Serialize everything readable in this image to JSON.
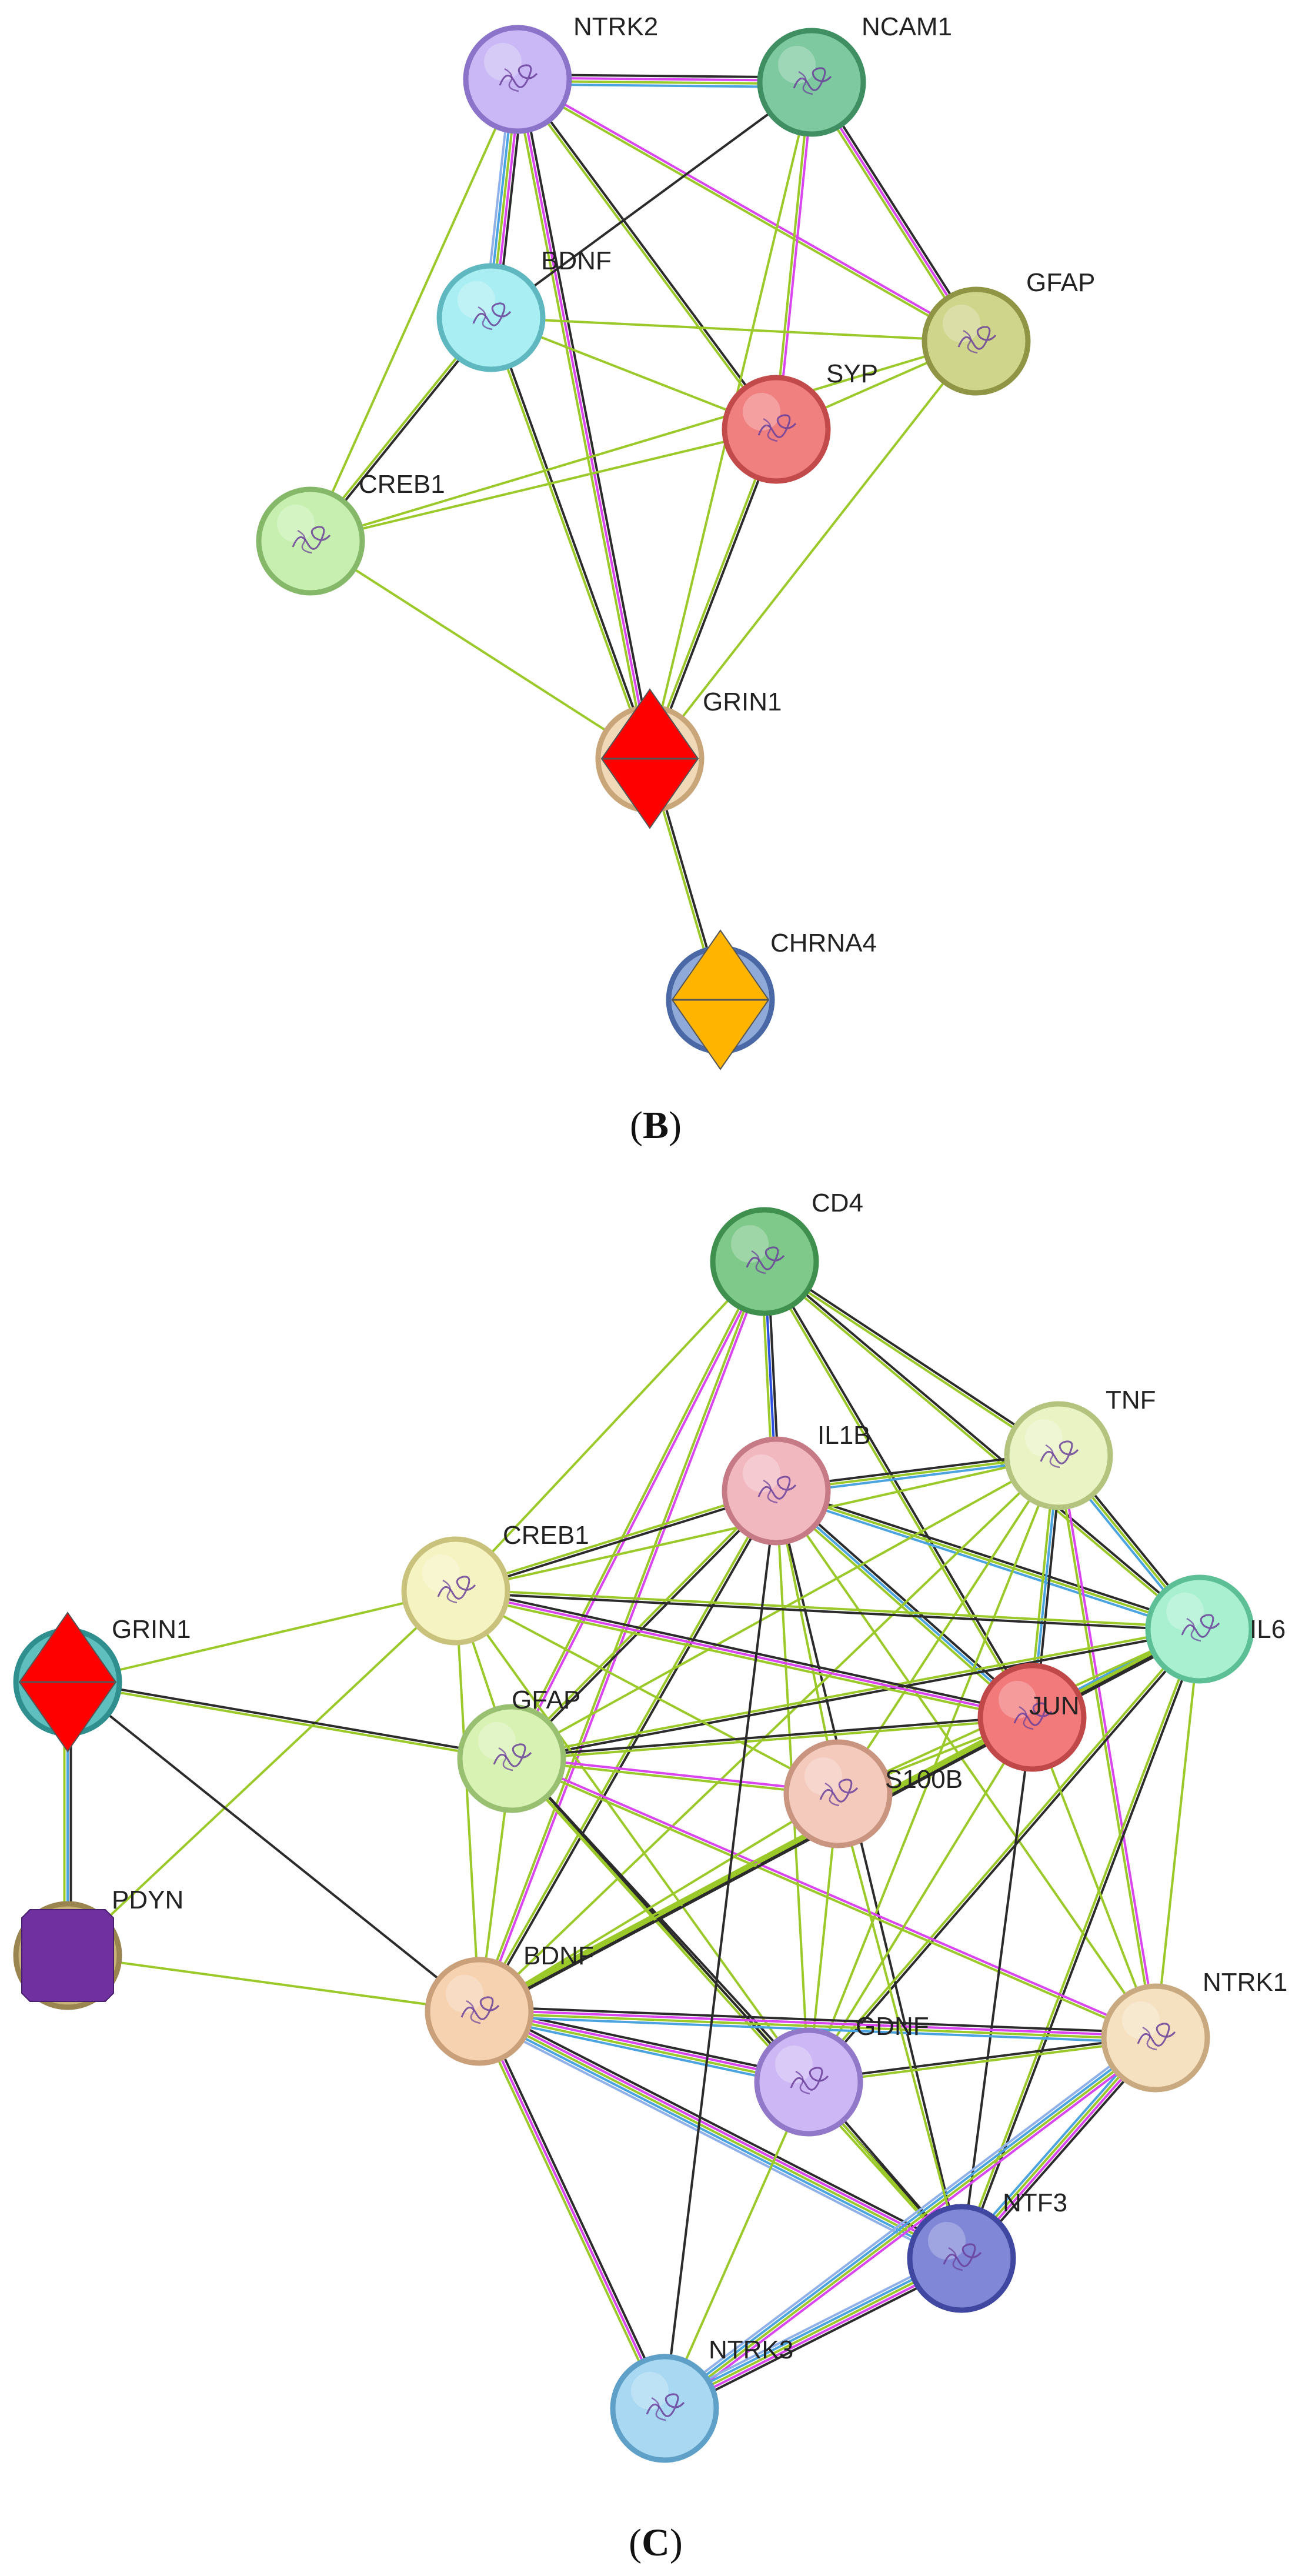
{
  "panels": [
    {
      "id": "B",
      "caption": "B",
      "nodes": [
        {
          "id": "NTRK2",
          "label": "NTRK2",
          "fill": "#c9b8f5",
          "stroke": "#8a73c9",
          "glyph": "protein"
        },
        {
          "id": "NCAM1",
          "label": "NCAM1",
          "fill": "#7ec9a0",
          "stroke": "#3f8f63",
          "glyph": "protein"
        },
        {
          "id": "BDNF",
          "label": "BDNF",
          "fill": "#a8eef2",
          "stroke": "#5fb8c0",
          "glyph": "protein"
        },
        {
          "id": "GFAP",
          "label": "GFAP",
          "fill": "#cfd58a",
          "stroke": "#8f9545",
          "glyph": "protein"
        },
        {
          "id": "SYP",
          "label": "SYP",
          "fill": "#f08080",
          "stroke": "#c24a4a",
          "glyph": "protein"
        },
        {
          "id": "CREB1",
          "label": "CREB1",
          "fill": "#c7f0b0",
          "stroke": "#86b86a",
          "glyph": "protein"
        },
        {
          "id": "GRIN1",
          "label": "GRIN1",
          "fill": "#f1d9b8",
          "stroke": "#c9a57a",
          "glyph": "diamond",
          "glyph_color": "#ff0000"
        },
        {
          "id": "CHRNA4",
          "label": "CHRNA4",
          "fill": "#8fa9d8",
          "stroke": "#4a68a5",
          "glyph": "diamond",
          "glyph_color": "#ffb400"
        }
      ],
      "edges": [
        {
          "a": "NTRK2",
          "b": "NCAM1",
          "colors": [
            "#2b2b2b",
            "#d946ef",
            "#9bc92a",
            "#4ba3e0"
          ]
        },
        {
          "a": "NTRK2",
          "b": "BDNF",
          "colors": [
            "#2b2b2b",
            "#d946ef",
            "#9bc92a",
            "#4ba3e0",
            "#8fb0e8"
          ]
        },
        {
          "a": "NTRK2",
          "b": "GFAP",
          "colors": [
            "#d946ef",
            "#9bc92a"
          ]
        },
        {
          "a": "NTRK2",
          "b": "SYP",
          "colors": [
            "#2b2b2b",
            "#9bc92a"
          ]
        },
        {
          "a": "NTRK2",
          "b": "CREB1",
          "colors": [
            "#9bc92a"
          ]
        },
        {
          "a": "NTRK2",
          "b": "GRIN1",
          "colors": [
            "#2b2b2b",
            "#d946ef",
            "#9bc92a"
          ]
        },
        {
          "a": "NCAM1",
          "b": "BDNF",
          "colors": [
            "#2b2b2b"
          ]
        },
        {
          "a": "NCAM1",
          "b": "GFAP",
          "colors": [
            "#2b2b2b",
            "#d946ef",
            "#9bc92a"
          ]
        },
        {
          "a": "NCAM1",
          "b": "SYP",
          "colors": [
            "#d946ef",
            "#9bc92a"
          ]
        },
        {
          "a": "NCAM1",
          "b": "GRIN1",
          "colors": [
            "#9bc92a"
          ]
        },
        {
          "a": "BDNF",
          "b": "SYP",
          "colors": [
            "#9bc92a"
          ]
        },
        {
          "a": "BDNF",
          "b": "GFAP",
          "colors": [
            "#9bc92a"
          ]
        },
        {
          "a": "BDNF",
          "b": "CREB1",
          "colors": [
            "#2b2b2b",
            "#9bc92a"
          ]
        },
        {
          "a": "BDNF",
          "b": "GRIN1",
          "colors": [
            "#2b2b2b",
            "#9bc92a"
          ]
        },
        {
          "a": "GFAP",
          "b": "SYP",
          "colors": [
            "#9bc92a"
          ]
        },
        {
          "a": "GFAP",
          "b": "CREB1",
          "colors": [
            "#9bc92a"
          ]
        },
        {
          "a": "GFAP",
          "b": "GRIN1",
          "colors": [
            "#9bc92a"
          ]
        },
        {
          "a": "SYP",
          "b": "CREB1",
          "colors": [
            "#9bc92a"
          ]
        },
        {
          "a": "SYP",
          "b": "GRIN1",
          "colors": [
            "#2b2b2b",
            "#9bc92a"
          ]
        },
        {
          "a": "CREB1",
          "b": "GRIN1",
          "colors": [
            "#9bc92a"
          ]
        },
        {
          "a": "GRIN1",
          "b": "CHRNA4",
          "colors": [
            "#2b2b2b",
            "#9bc92a"
          ]
        }
      ]
    },
    {
      "id": "C",
      "caption": "C",
      "nodes": [
        {
          "id": "CD4",
          "label": "CD4",
          "fill": "#7fc98a",
          "stroke": "#3f8f4e",
          "glyph": "protein"
        },
        {
          "id": "TNF",
          "label": "TNF",
          "fill": "#e9f3c4",
          "stroke": "#b4c47e",
          "glyph": "protein"
        },
        {
          "id": "IL1B",
          "label": "IL1B",
          "fill": "#f2b8c0",
          "stroke": "#c57a86",
          "glyph": "protein"
        },
        {
          "id": "CREB1",
          "label": "CREB1",
          "fill": "#f6f3c2",
          "stroke": "#c8c27c",
          "glyph": "protein"
        },
        {
          "id": "IL6",
          "label": "IL6",
          "fill": "#a8f0d0",
          "stroke": "#5cbf95",
          "glyph": "protein"
        },
        {
          "id": "GRIN1",
          "label": "GRIN1",
          "fill": "#5fbfbf",
          "stroke": "#2f8f8f",
          "glyph": "diamond",
          "glyph_color": "#ff0000"
        },
        {
          "id": "JUN",
          "label": "JUN",
          "fill": "#f27a7a",
          "stroke": "#c04848",
          "glyph": "protein"
        },
        {
          "id": "GFAP",
          "label": "GFAP",
          "fill": "#d8f2b4",
          "stroke": "#98c070",
          "glyph": "protein"
        },
        {
          "id": "S100B",
          "label": "S100B",
          "fill": "#f4cabc",
          "stroke": "#c99480",
          "glyph": "protein"
        },
        {
          "id": "PDYN",
          "label": "PDYN",
          "fill": "#c9b27a",
          "stroke": "#9a8450",
          "glyph": "square",
          "glyph_color": "#7030a0"
        },
        {
          "id": "BDNF",
          "label": "BDNF",
          "fill": "#f6d2b0",
          "stroke": "#c9a07a",
          "glyph": "protein"
        },
        {
          "id": "GDNF",
          "label": "GDNF",
          "fill": "#cdb8f5",
          "stroke": "#9278c9",
          "glyph": "protein"
        },
        {
          "id": "NTRK1",
          "label": "NTRK1",
          "fill": "#f5e0c0",
          "stroke": "#c9aa80",
          "glyph": "protein"
        },
        {
          "id": "NTF3",
          "label": "NTF3",
          "fill": "#7f87d6",
          "stroke": "#3f47a0",
          "glyph": "protein"
        },
        {
          "id": "NTRK3",
          "label": "NTRK3",
          "fill": "#a8d8f2",
          "stroke": "#5fa0c8",
          "glyph": "protein"
        }
      ],
      "edges": [
        {
          "a": "CD4",
          "b": "IL1B",
          "colors": [
            "#2b2b2b",
            "#2b4fe0",
            "#9bc92a"
          ]
        },
        {
          "a": "CD4",
          "b": "TNF",
          "colors": [
            "#2b2b2b",
            "#9bc92a"
          ]
        },
        {
          "a": "CD4",
          "b": "IL6",
          "colors": [
            "#2b2b2b",
            "#9bc92a"
          ]
        },
        {
          "a": "CD4",
          "b": "CREB1",
          "colors": [
            "#9bc92a"
          ]
        },
        {
          "a": "CD4",
          "b": "GFAP",
          "colors": [
            "#d946ef",
            "#9bc92a"
          ]
        },
        {
          "a": "CD4",
          "b": "BDNF",
          "colors": [
            "#d946ef",
            "#9bc92a"
          ]
        },
        {
          "a": "CD4",
          "b": "JUN",
          "colors": [
            "#2b2b2b",
            "#9bc92a"
          ]
        },
        {
          "a": "IL1B",
          "b": "TNF",
          "colors": [
            "#2b2b2b",
            "#9bc92a",
            "#4ba3e0"
          ]
        },
        {
          "a": "IL1B",
          "b": "IL6",
          "colors": [
            "#2b2b2b",
            "#9bc92a",
            "#4ba3e0"
          ]
        },
        {
          "a": "IL1B",
          "b": "CREB1",
          "colors": [
            "#2b2b2b",
            "#9bc92a"
          ]
        },
        {
          "a": "IL1B",
          "b": "JUN",
          "colors": [
            "#2b2b2b",
            "#4ba3e0",
            "#9bc92a"
          ]
        },
        {
          "a": "IL1B",
          "b": "GFAP",
          "colors": [
            "#2b2b2b",
            "#9bc92a"
          ]
        },
        {
          "a": "IL1B",
          "b": "S100B",
          "colors": [
            "#9bc92a"
          ]
        },
        {
          "a": "IL1B",
          "b": "BDNF",
          "colors": [
            "#2b2b2b",
            "#9bc92a"
          ]
        },
        {
          "a": "IL1B",
          "b": "GDNF",
          "colors": [
            "#9bc92a"
          ]
        },
        {
          "a": "IL1B",
          "b": "NTRK1",
          "colors": [
            "#9bc92a"
          ]
        },
        {
          "a": "IL1B",
          "b": "NTF3",
          "colors": [
            "#2b2b2b"
          ]
        },
        {
          "a": "TNF",
          "b": "IL6",
          "colors": [
            "#2b2b2b",
            "#9bc92a",
            "#4ba3e0"
          ]
        },
        {
          "a": "TNF",
          "b": "JUN",
          "colors": [
            "#2b2b2b",
            "#4ba3e0",
            "#9bc92a"
          ]
        },
        {
          "a": "TNF",
          "b": "CREB1",
          "colors": [
            "#9bc92a"
          ]
        },
        {
          "a": "TNF",
          "b": "GFAP",
          "colors": [
            "#9bc92a"
          ]
        },
        {
          "a": "TNF",
          "b": "S100B",
          "colors": [
            "#9bc92a"
          ]
        },
        {
          "a": "TNF",
          "b": "BDNF",
          "colors": [
            "#9bc92a"
          ]
        },
        {
          "a": "TNF",
          "b": "GDNF",
          "colors": [
            "#9bc92a"
          ]
        },
        {
          "a": "TNF",
          "b": "NTRK1",
          "colors": [
            "#d946ef",
            "#9bc92a"
          ]
        },
        {
          "a": "IL6",
          "b": "CREB1",
          "colors": [
            "#2b2b2b",
            "#9bc92a"
          ]
        },
        {
          "a": "IL6",
          "b": "JUN",
          "colors": [
            "#2b2b2b",
            "#9bc92a",
            "#4ba3e0"
          ]
        },
        {
          "a": "IL6",
          "b": "GFAP",
          "colors": [
            "#2b2b2b",
            "#9bc92a"
          ]
        },
        {
          "a": "IL6",
          "b": "S100B",
          "colors": [
            "#9bc92a"
          ]
        },
        {
          "a": "IL6",
          "b": "BDNF",
          "colors": [
            "#2b2b2b",
            "#9bc92a"
          ]
        },
        {
          "a": "IL6",
          "b": "GDNF",
          "colors": [
            "#2b2b2b",
            "#9bc92a"
          ]
        },
        {
          "a": "IL6",
          "b": "NTRK1",
          "colors": [
            "#9bc92a"
          ]
        },
        {
          "a": "IL6",
          "b": "NTF3",
          "colors": [
            "#2b2b2b",
            "#9bc92a"
          ]
        },
        {
          "a": "CREB1",
          "b": "GRIN1",
          "colors": [
            "#9bc92a"
          ]
        },
        {
          "a": "CREB1",
          "b": "PDYN",
          "colors": [
            "#9bc92a"
          ]
        },
        {
          "a": "CREB1",
          "b": "GFAP",
          "colors": [
            "#9bc92a"
          ]
        },
        {
          "a": "CREB1",
          "b": "JUN",
          "colors": [
            "#2b2b2b",
            "#d946ef",
            "#9bc92a"
          ]
        },
        {
          "a": "CREB1",
          "b": "S100B",
          "colors": [
            "#9bc92a"
          ]
        },
        {
          "a": "CREB1",
          "b": "BDNF",
          "colors": [
            "#9bc92a"
          ]
        },
        {
          "a": "CREB1",
          "b": "GDNF",
          "colors": [
            "#9bc92a"
          ]
        },
        {
          "a": "GRIN1",
          "b": "PDYN",
          "colors": [
            "#2b2b2b",
            "#4ba3e0",
            "#9bc92a"
          ]
        },
        {
          "a": "GRIN1",
          "b": "GFAP",
          "colors": [
            "#2b2b2b",
            "#9bc92a"
          ]
        },
        {
          "a": "GRIN1",
          "b": "BDNF",
          "colors": [
            "#2b2b2b"
          ]
        },
        {
          "a": "PDYN",
          "b": "BDNF",
          "colors": [
            "#9bc92a"
          ]
        },
        {
          "a": "GFAP",
          "b": "JUN",
          "colors": [
            "#2b2b2b",
            "#9bc92a"
          ]
        },
        {
          "a": "GFAP",
          "b": "S100B",
          "colors": [
            "#d946ef",
            "#9bc92a"
          ]
        },
        {
          "a": "GFAP",
          "b": "BDNF",
          "colors": [
            "#9bc92a"
          ]
        },
        {
          "a": "GFAP",
          "b": "GDNF",
          "colors": [
            "#2b2b2b",
            "#9bc92a"
          ]
        },
        {
          "a": "GFAP",
          "b": "NTRK1",
          "colors": [
            "#d946ef",
            "#9bc92a"
          ]
        },
        {
          "a": "GFAP",
          "b": "NTF3",
          "colors": [
            "#2b2b2b",
            "#9bc92a"
          ]
        },
        {
          "a": "JUN",
          "b": "S100B",
          "colors": [
            "#9bc92a"
          ]
        },
        {
          "a": "JUN",
          "b": "BDNF",
          "colors": [
            "#2b2b2b",
            "#9bc92a",
            "#9bc92a"
          ]
        },
        {
          "a": "JUN",
          "b": "GDNF",
          "colors": [
            "#9bc92a"
          ]
        },
        {
          "a": "JUN",
          "b": "NTRK1",
          "colors": [
            "#9bc92a"
          ]
        },
        {
          "a": "JUN",
          "b": "NTF3",
          "colors": [
            "#2b2b2b"
          ]
        },
        {
          "a": "S100B",
          "b": "BDNF",
          "colors": [
            "#9bc92a"
          ]
        },
        {
          "a": "S100B",
          "b": "GDNF",
          "colors": [
            "#9bc92a"
          ]
        },
        {
          "a": "BDNF",
          "b": "GDNF",
          "colors": [
            "#2b2b2b",
            "#d946ef",
            "#9bc92a",
            "#4ba3e0"
          ]
        },
        {
          "a": "BDNF",
          "b": "NTRK1",
          "colors": [
            "#2b2b2b",
            "#d946ef",
            "#9bc92a",
            "#4ba3e0"
          ]
        },
        {
          "a": "BDNF",
          "b": "NTF3",
          "colors": [
            "#2b2b2b",
            "#d946ef",
            "#9bc92a",
            "#4ba3e0",
            "#8fb0e8"
          ]
        },
        {
          "a": "BDNF",
          "b": "NTRK3",
          "colors": [
            "#2b2b2b",
            "#d946ef",
            "#9bc92a"
          ]
        },
        {
          "a": "GDNF",
          "b": "NTRK1",
          "colors": [
            "#2b2b2b",
            "#9bc92a"
          ]
        },
        {
          "a": "GDNF",
          "b": "NTF3",
          "colors": [
            "#2b2b2b",
            "#9bc92a"
          ]
        },
        {
          "a": "GDNF",
          "b": "NTRK3",
          "colors": [
            "#9bc92a"
          ]
        },
        {
          "a": "NTRK1",
          "b": "NTF3",
          "colors": [
            "#2b2b2b",
            "#d946ef",
            "#9bc92a",
            "#4ba3e0"
          ]
        },
        {
          "a": "NTRK1",
          "b": "NTRK3",
          "colors": [
            "#d946ef",
            "#9bc92a",
            "#4ba3e0",
            "#8fb0e8"
          ]
        },
        {
          "a": "NTF3",
          "b": "NTRK3",
          "colors": [
            "#2b2b2b",
            "#d946ef",
            "#9bc92a",
            "#4ba3e0",
            "#8fb0e8"
          ]
        },
        {
          "a": "IL1B",
          "b": "NTRK3",
          "colors": [
            "#2b2b2b"
          ]
        },
        {
          "a": "S100B",
          "b": "NTF3",
          "colors": [
            "#9bc92a"
          ]
        }
      ]
    }
  ]
}
